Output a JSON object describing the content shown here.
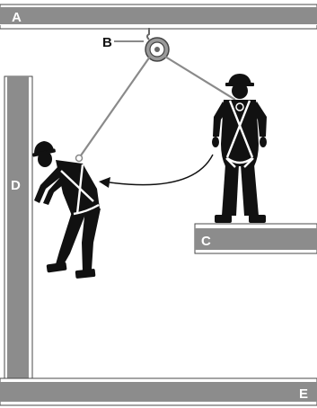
{
  "labels": {
    "a": "A",
    "b": "B",
    "c": "C",
    "d": "D",
    "e": "E"
  },
  "colors": {
    "structure_fill": "#8c8c8c",
    "structure_edge": "#4a4a4a",
    "figure": "#111111",
    "harness": "#ffffff",
    "rope": "#888888",
    "background": "#ffffff"
  }
}
